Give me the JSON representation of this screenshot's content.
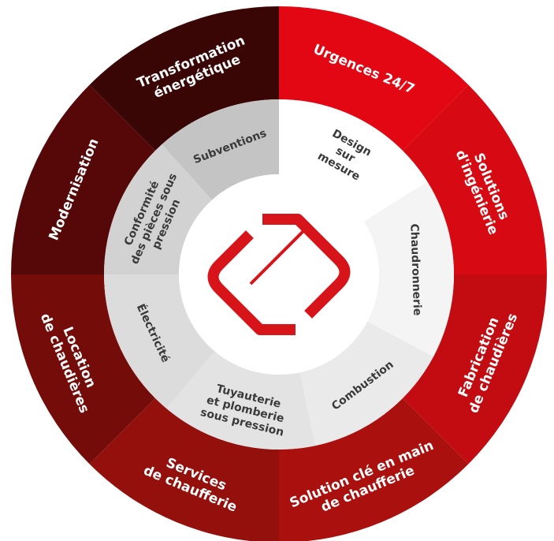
{
  "outer_ring": [
    {
      "lines": [
        "Urgences 24/7"
      ],
      "color": "#e30613"
    },
    {
      "lines": [
        "Solutions",
        "d'ingénierie"
      ],
      "color": "#d70a13"
    },
    {
      "lines": [
        "Fabrication",
        "de chaudières"
      ],
      "color": "#c20c11"
    },
    {
      "lines": [
        "Solution clé en main",
        "de chaufferie"
      ],
      "color": "#a9100e"
    },
    {
      "lines": [
        "Services",
        "de chaufferie"
      ],
      "color": "#93100d"
    },
    {
      "lines": [
        "Location",
        "de chaudières"
      ],
      "color": "#740c0a"
    },
    {
      "lines": [
        "Modernisation"
      ],
      "color": "#550807"
    },
    {
      "lines": [
        "Transformation",
        "énergétique"
      ],
      "color": "#3a0505"
    }
  ],
  "inner_ring": [
    {
      "lines": [
        "Design",
        "sur",
        "mesure"
      ],
      "color": "#ffffff"
    },
    {
      "lines": [
        "Chaudronnerie"
      ],
      "color": "#f4f4f4"
    },
    {
      "lines": [
        "Combustion"
      ],
      "color": "#eaeaea"
    },
    {
      "lines": [
        "Tuyauterie",
        "et plomberie",
        "sous pression"
      ],
      "color": "#e3e3e3"
    },
    {
      "lines": [
        "Électricité"
      ],
      "color": "#dcdcdc"
    },
    {
      "lines": [
        "Conformité",
        "des pièces sous",
        "pression"
      ],
      "color": "#d2d2d2"
    },
    {
      "lines": [
        "Subventions"
      ],
      "color": "#c4c4c4"
    }
  ],
  "logo": {
    "color": "#d7141a"
  }
}
